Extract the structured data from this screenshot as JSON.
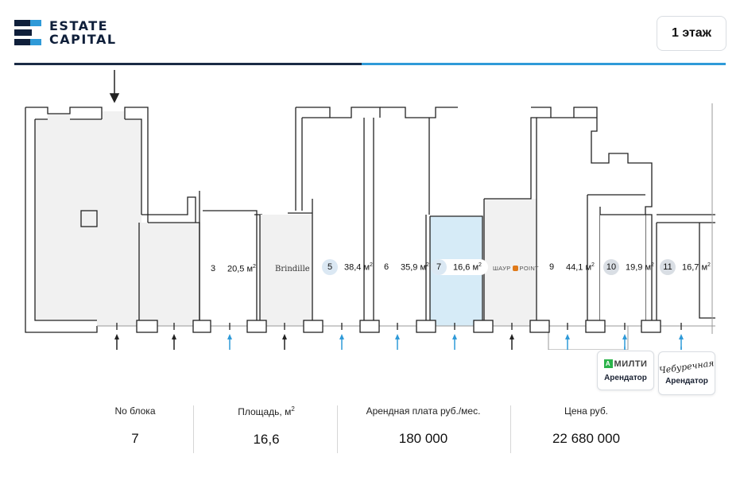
{
  "brand": {
    "line1": "ESTATE",
    "line2": "CAPITAL",
    "colors": {
      "navy": "#0f1f3a",
      "blue": "#2f9ad8"
    }
  },
  "floor_selector": {
    "label": "1 этаж"
  },
  "plan": {
    "highlight_color": "#d6ebf7",
    "occupied_color": "#f1f1f1",
    "rooms": [
      {
        "number": "3",
        "area": "20,5 м",
        "status": "available"
      },
      {
        "number": "5",
        "area": "38,4 м",
        "status": "available"
      },
      {
        "number": "6",
        "area": "35,9 м",
        "status": "available"
      },
      {
        "number": "7",
        "area": "16,6 м",
        "status": "selected"
      },
      {
        "number": "9",
        "area": "44,1 м",
        "status": "available"
      },
      {
        "number": "10",
        "area": "19,9 м",
        "status": "occupied"
      },
      {
        "number": "11",
        "area": "16,7 м",
        "status": "occupied"
      }
    ],
    "area_unit_sup": "2",
    "tenant_logos": {
      "brindille": "Brindille",
      "shawarma_left": "ШАУР",
      "shawarma_right": "POINT"
    }
  },
  "tenant_cards": [
    {
      "brand": "МИЛТИ",
      "brand_mark": "A",
      "role": "Арендатор"
    },
    {
      "brand": "Чебуречная",
      "role": "Арендатор"
    }
  ],
  "details": {
    "columns": [
      {
        "label": "No блока",
        "value": "7"
      },
      {
        "label": "Площадь, м",
        "label_sup": "2",
        "value": "16,6"
      },
      {
        "label": "Арендная плата руб./мес.",
        "value": "180 000"
      },
      {
        "label": "Цена руб.",
        "value": "22 680 000"
      }
    ]
  }
}
